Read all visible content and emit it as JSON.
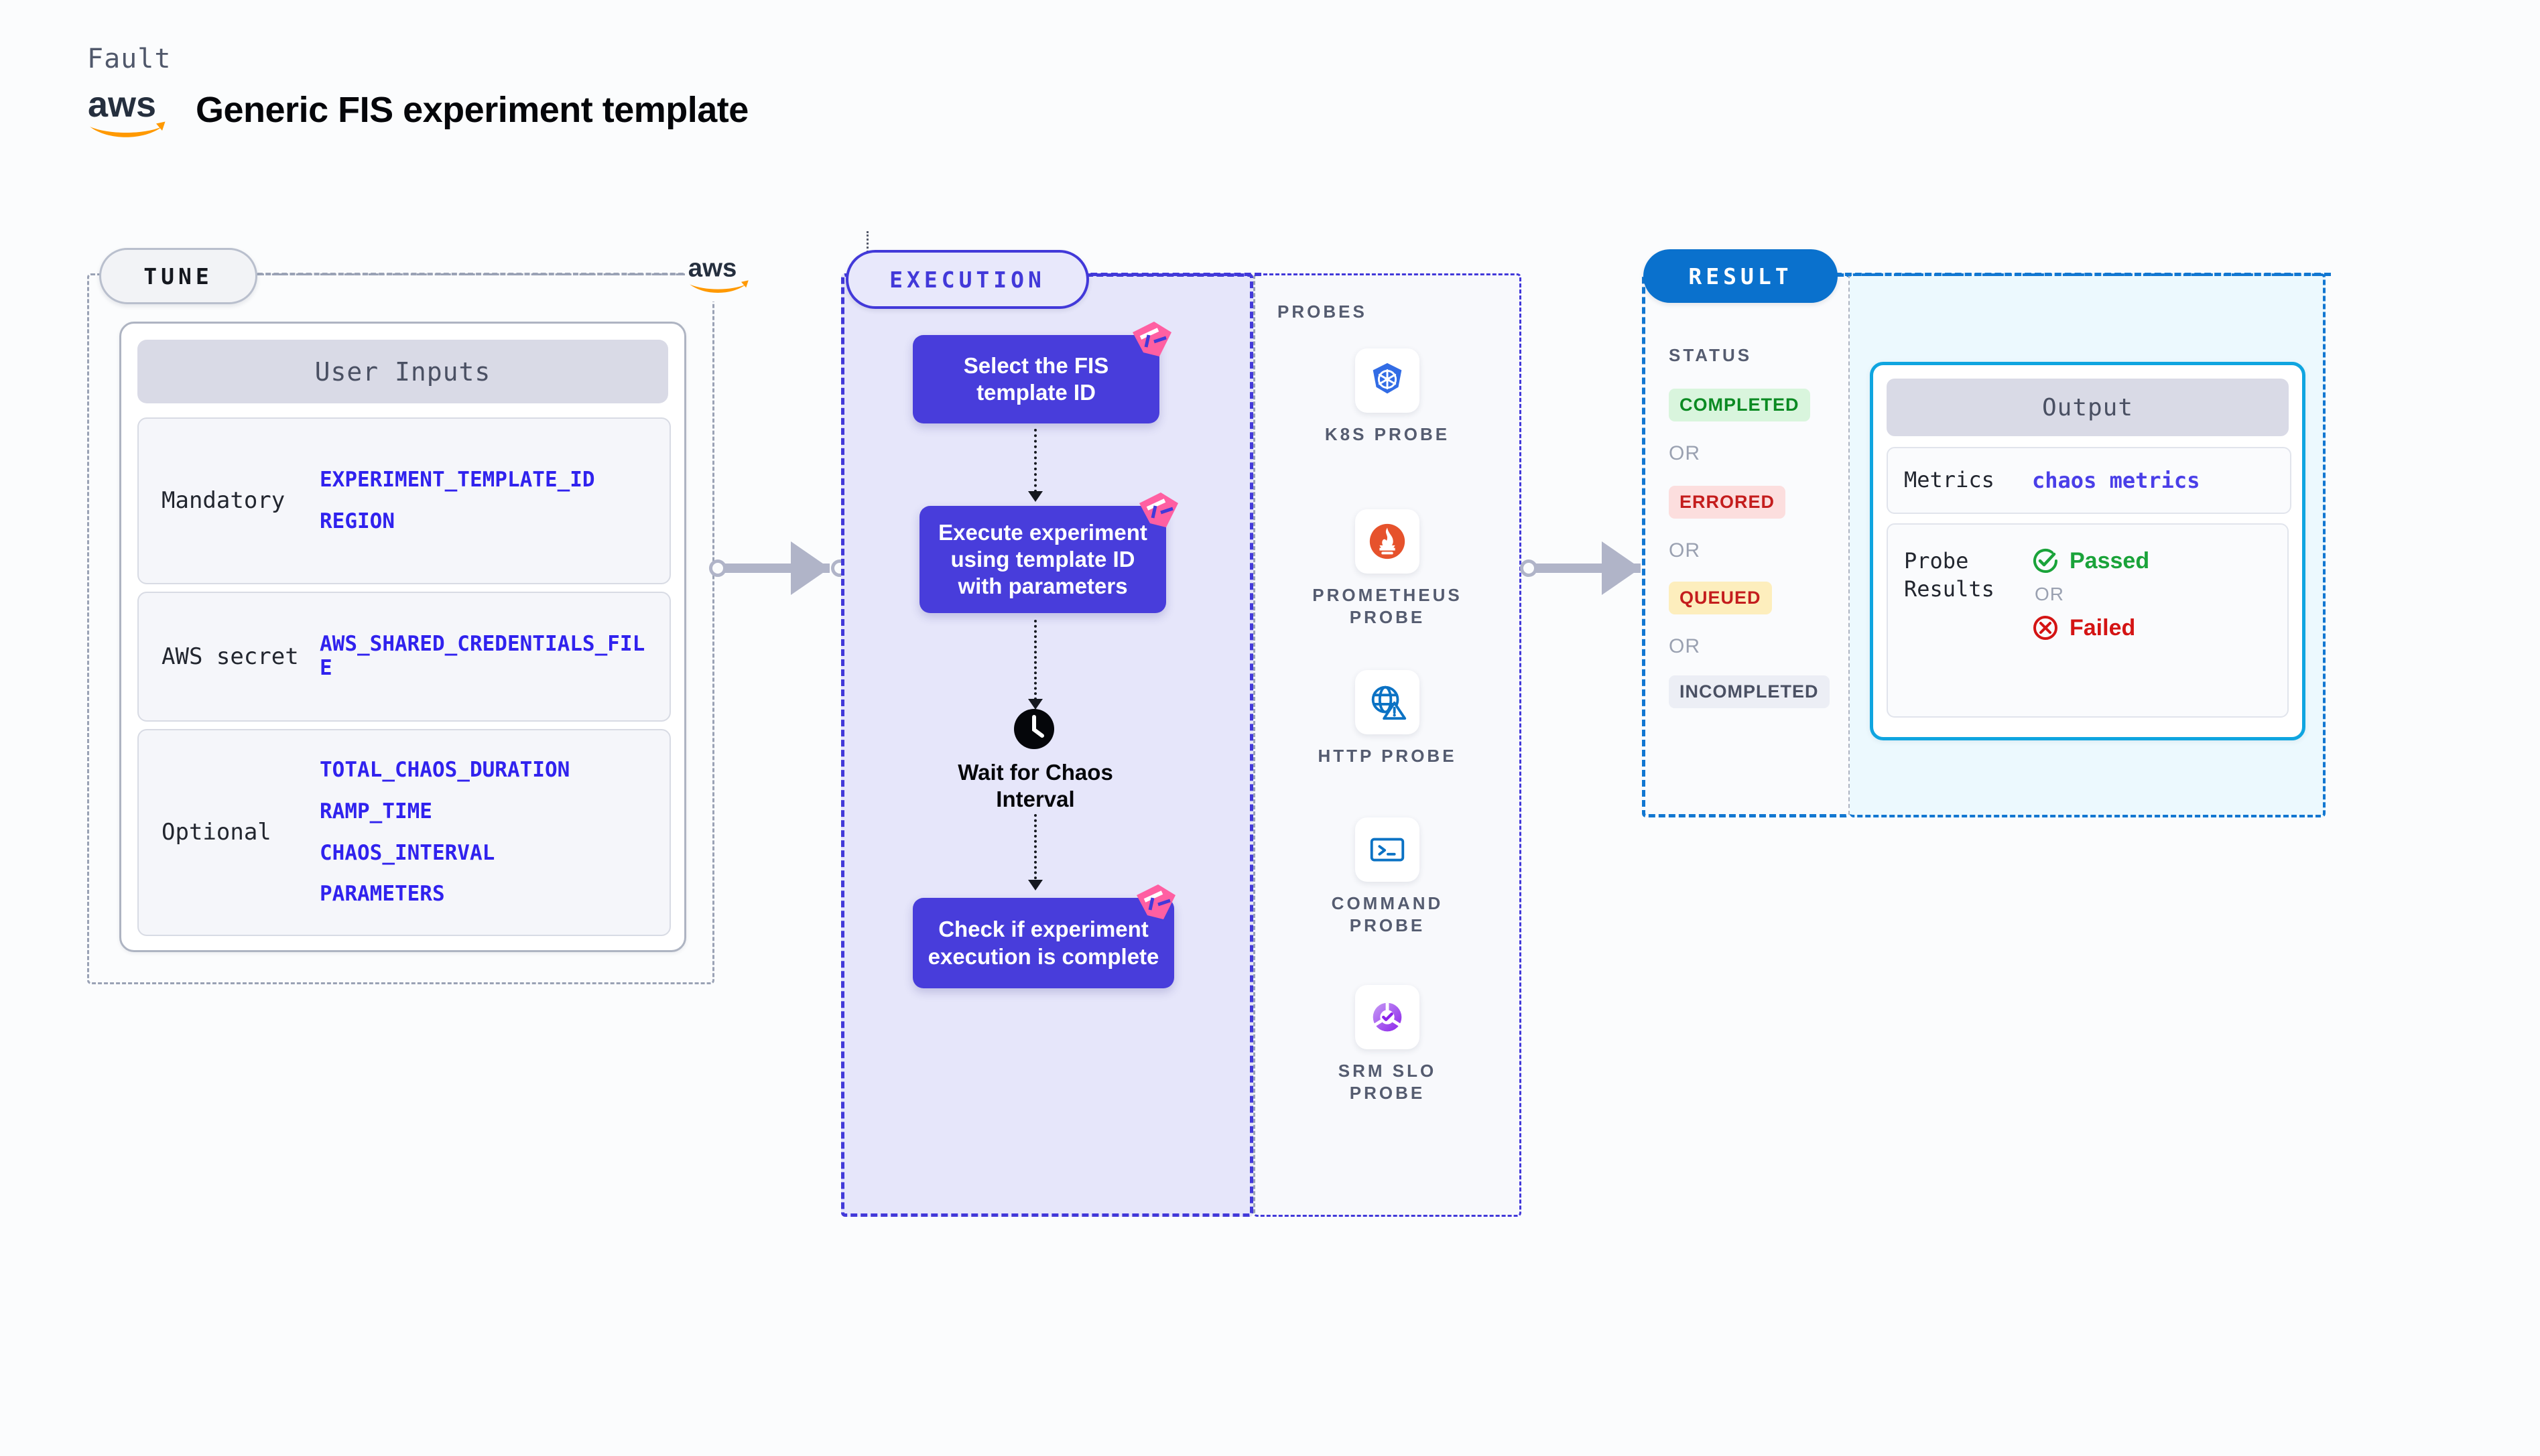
{
  "header": {
    "eyebrow": "Fault",
    "brand_icon": "aws-logo",
    "title": "Generic FIS experiment template"
  },
  "colors": {
    "execution_accent": "#4239d9",
    "result_accent": "#0a71cd",
    "output_border": "#0fa5e0",
    "variable_blue": "#3022ee",
    "flag_pink": "#ff5fa2",
    "connector_gray": "#b0b4c8"
  },
  "tune": {
    "pill_label": "TUNE",
    "brand_icon": "aws-logo",
    "card_header": "User Inputs",
    "rows": [
      {
        "label": "Mandatory",
        "vars": [
          "EXPERIMENT_TEMPLATE_ID",
          "REGION"
        ]
      },
      {
        "label": "AWS secret",
        "vars": [
          "AWS_SHARED_CREDENTIALS_FILE"
        ]
      },
      {
        "label": "Optional",
        "vars": [
          "TOTAL_CHAOS_DURATION",
          "RAMP_TIME",
          "CHAOS_INTERVAL",
          "PARAMETERS"
        ]
      }
    ]
  },
  "execution": {
    "pill_label": "EXECUTION",
    "steps": [
      {
        "text": "Select the FIS template ID",
        "flag": "litmus-flag-icon"
      },
      {
        "text": "Execute experiment using template ID with parameters",
        "flag": "litmus-flag-icon"
      },
      {
        "text": "Check if experiment execution is complete",
        "flag": "litmus-flag-icon"
      }
    ],
    "wait": {
      "icon": "clock-icon",
      "label": "Wait for Chaos Interval"
    }
  },
  "probes": {
    "title": "PROBES",
    "items": [
      {
        "label": "K8S PROBE",
        "icon": "kubernetes-icon"
      },
      {
        "label": "PROMETHEUS PROBE",
        "icon": "prometheus-icon"
      },
      {
        "label": "HTTP PROBE",
        "icon": "globe-warning-icon"
      },
      {
        "label": "COMMAND PROBE",
        "icon": "terminal-icon"
      },
      {
        "label": "SRM SLO PROBE",
        "icon": "srm-slo-icon"
      }
    ]
  },
  "result": {
    "pill_label": "RESULT",
    "status_title": "STATUS",
    "or_label": "OR",
    "statuses": [
      {
        "label": "COMPLETED",
        "bg": "#d9f5dd",
        "fg": "#0b8a22"
      },
      {
        "label": "ERRORED",
        "bg": "#fcdede",
        "fg": "#c41d1d"
      },
      {
        "label": "QUEUED",
        "bg": "#fdeebd",
        "fg": "#c41d1d"
      },
      {
        "label": "INCOMPLETED",
        "bg": "#eceef5",
        "fg": "#4a5063"
      }
    ],
    "output": {
      "header": "Output",
      "metrics_label": "Metrics",
      "metrics_value": "chaos metrics",
      "probe_results_label": "Probe Results",
      "passed_label": "Passed",
      "failed_label": "Failed",
      "or_label": "OR"
    }
  }
}
